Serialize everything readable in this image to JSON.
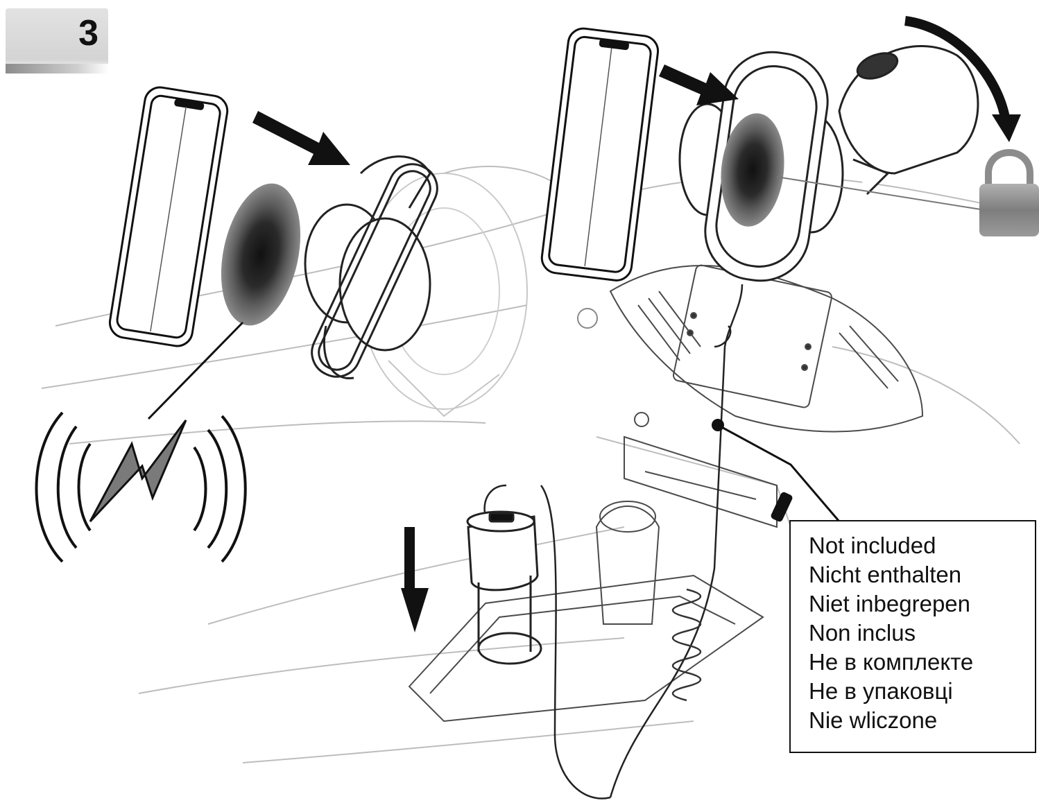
{
  "step": {
    "number": "3"
  },
  "not_included_note": {
    "lines": [
      "Not included",
      "Nicht enthalten",
      "Niet inbegrepen",
      "Non inclus",
      "Не в комплекте",
      "Не в упаковці",
      "Nie wliczone"
    ]
  },
  "icons": {
    "wireless": "wireless-charging-icon",
    "lock": "padlock-icon",
    "arrows": "direction-arrow-icon"
  },
  "colors": {
    "ink": "#111111",
    "badge": "#d6d6d6",
    "padlock": "#8f8f8f"
  }
}
